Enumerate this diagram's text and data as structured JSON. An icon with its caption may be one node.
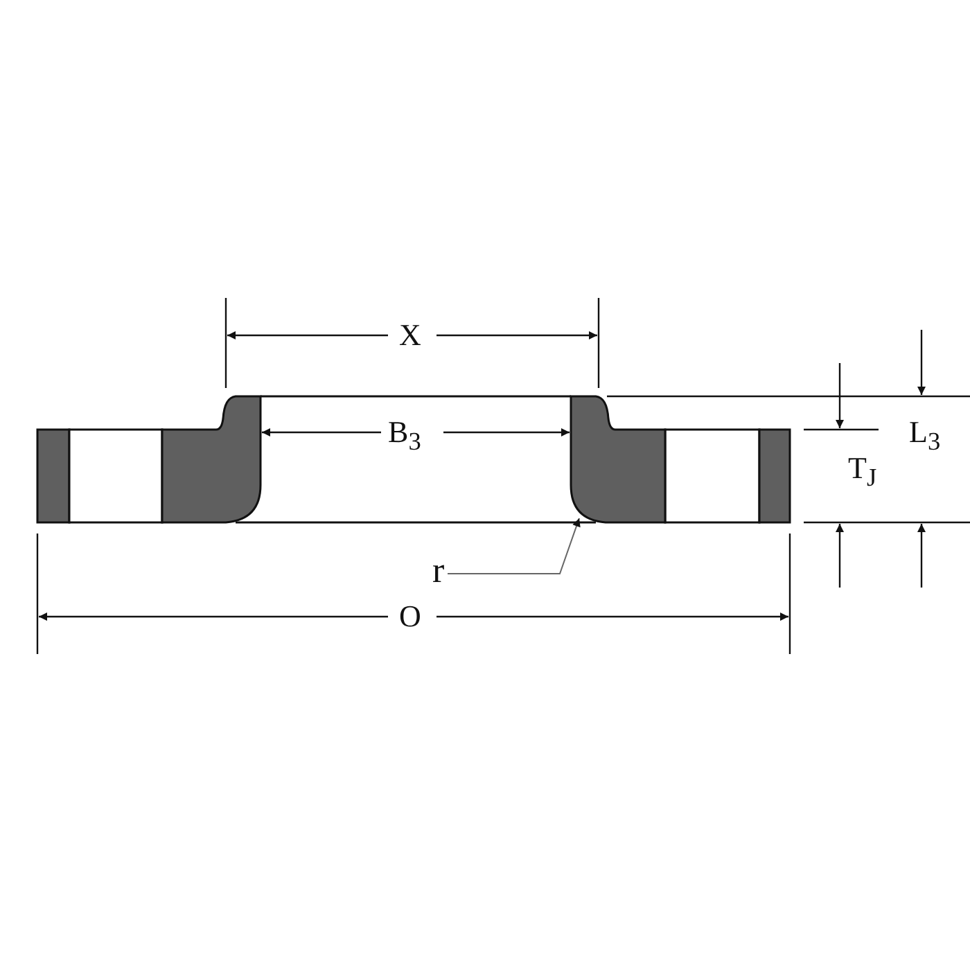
{
  "diagram": {
    "nodes": [
      {
        "text": [
          "r"
        ]
      },
      {
        "text": [],
        "shape": "picture"
      }
    ],
    "edges": [
      {
        "from": 0,
        "to": 1,
        "arrow": "to"
      }
    ],
    "labels": [
      "X",
      "B$_{3}$",
      "L$_{3}$",
      "T$_{J}$",
      "O"
    ]
  }
}
